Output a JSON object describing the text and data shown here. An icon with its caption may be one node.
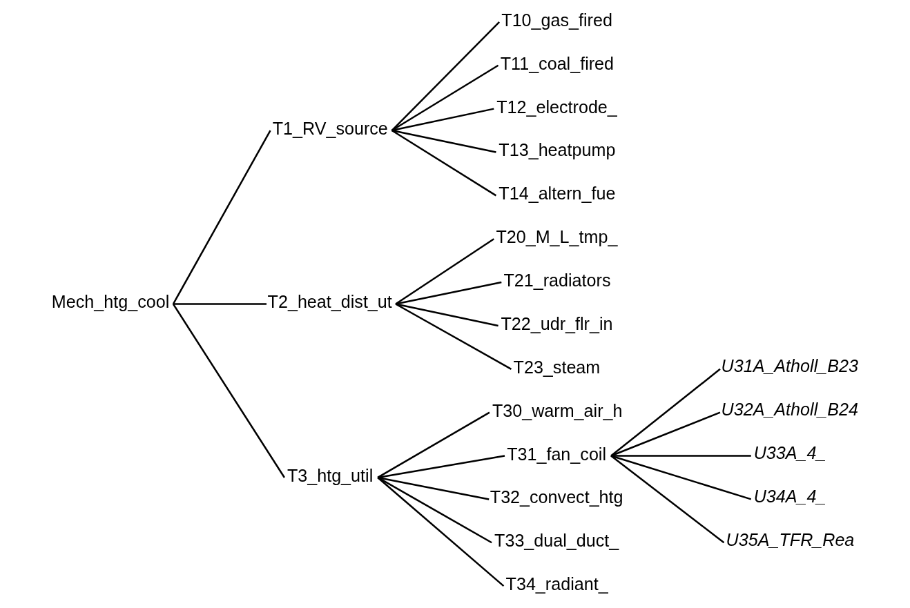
{
  "diagram": {
    "nodes": [
      {
        "text": [
          "Mech_htg_cool"
        ]
      },
      {
        "text": [
          "T1_RV_source"
        ]
      },
      {
        "text": [
          "T10_gas_fired"
        ]
      },
      {
        "text": [
          "T11_coal_fired"
        ]
      },
      {
        "text": [
          "T12_electrode_"
        ]
      },
      {
        "text": [
          "T13_heatpump"
        ]
      },
      {
        "text": [
          "T14_altern_fue"
        ]
      },
      {
        "text": [
          "T2_heat_dist_ut"
        ]
      },
      {
        "text": [
          "T20_M_L_tmp_"
        ]
      },
      {
        "text": [
          "T21_radiators"
        ]
      },
      {
        "text": [
          "T22_udr_flr_in"
        ]
      },
      {
        "text": [
          "T23_steam"
        ]
      },
      {
        "text": [
          "T3_htg_util"
        ]
      },
      {
        "text": [
          "T30_warm_air_h"
        ]
      },
      {
        "text": [
          "T31_fan_coil"
        ]
      },
      {
        "text": [
          "U31A_Atholl_B23"
        ]
      },
      {
        "text": [
          "U32A_Atholl_B24"
        ]
      },
      {
        "text": [
          "U33A_4_"
        ]
      },
      {
        "text": [
          "U34A_4_"
        ]
      },
      {
        "text": [
          "U35A_TFR_Rea"
        ]
      },
      {
        "text": [
          "T32_convect_htg"
        ]
      },
      {
        "text": [
          "T33_dual_duct_"
        ]
      },
      {
        "text": [
          "T34_radiant_"
        ]
      }
    ],
    "edges": [
      {
        "from": 0,
        "to": 1,
        "arrow": "none"
      },
      {
        "from": 0,
        "to": 7,
        "arrow": "none"
      },
      {
        "from": 0,
        "to": 12,
        "arrow": "none"
      },
      {
        "from": 1,
        "to": 2,
        "arrow": "none"
      },
      {
        "from": 1,
        "to": 3,
        "arrow": "none"
      },
      {
        "from": 1,
        "to": 4,
        "arrow": "none"
      },
      {
        "from": 1,
        "to": 5,
        "arrow": "none"
      },
      {
        "from": 1,
        "to": 6,
        "arrow": "none"
      },
      {
        "from": 7,
        "to": 8,
        "arrow": "none"
      },
      {
        "from": 7,
        "to": 9,
        "arrow": "none"
      },
      {
        "from": 7,
        "to": 10,
        "arrow": "none"
      },
      {
        "from": 7,
        "to": 11,
        "arrow": "none"
      },
      {
        "from": 12,
        "to": 13,
        "arrow": "none"
      },
      {
        "from": 12,
        "to": 14,
        "arrow": "none"
      },
      {
        "from": 12,
        "to": 20,
        "arrow": "none"
      },
      {
        "from": 12,
        "to": 21,
        "arrow": "none"
      },
      {
        "from": 12,
        "to": 22,
        "arrow": "none"
      },
      {
        "from": 14,
        "to": 15,
        "arrow": "none"
      },
      {
        "from": 14,
        "to": 16,
        "arrow": "none"
      },
      {
        "from": 14,
        "to": 17,
        "arrow": "none"
      },
      {
        "from": 14,
        "to": 18,
        "arrow": "none"
      },
      {
        "from": 14,
        "to": 19,
        "arrow": "none"
      }
    ]
  }
}
